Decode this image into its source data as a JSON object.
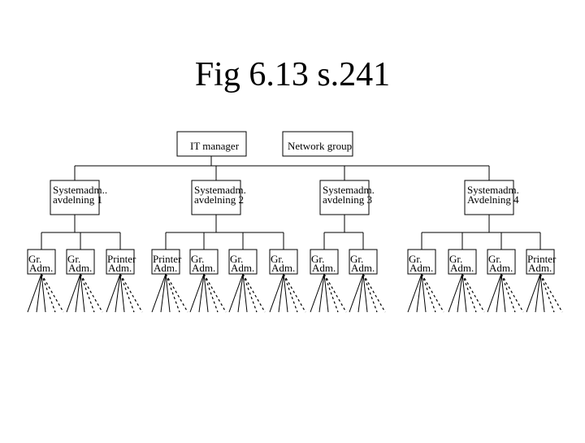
{
  "title": "Fig 6.13 s.241",
  "top": {
    "manager": "IT manager",
    "network": "Network group"
  },
  "departments": [
    {
      "line1": "Systemadm..",
      "line2": "avdelning 1"
    },
    {
      "line1": "Systemadm.",
      "line2": "avdelning 2"
    },
    {
      "line1": "Systemadm.",
      "line2": "avdelning 3"
    },
    {
      "line1": "Systemadm.",
      "line2": "Avdelning 4"
    }
  ],
  "groups": [
    {
      "dept": 0,
      "line1": "Gr.",
      "line2": "Adm."
    },
    {
      "dept": 0,
      "line1": "Gr.",
      "line2": "Adm."
    },
    {
      "dept": 0,
      "line1": "Printer",
      "line2": "Adm."
    },
    {
      "dept": 1,
      "line1": "Printer",
      "line2": "Adm."
    },
    {
      "dept": 1,
      "line1": "Gr.",
      "line2": "Adm."
    },
    {
      "dept": 1,
      "line1": "Gr.",
      "line2": "Adm."
    },
    {
      "dept": 1,
      "line1": "Gr.",
      "line2": "Adm."
    },
    {
      "dept": 2,
      "line1": "Gr.",
      "line2": "Adm."
    },
    {
      "dept": 2,
      "line1": "Gr.",
      "line2": "Adm."
    },
    {
      "dept": 3,
      "line1": "Gr.",
      "line2": "Adm."
    },
    {
      "dept": 3,
      "line1": "Gr.",
      "line2": "Adm."
    },
    {
      "dept": 3,
      "line1": "Gr.",
      "line2": "Adm."
    },
    {
      "dept": 3,
      "line1": "Printer",
      "line2": "Adm."
    }
  ]
}
